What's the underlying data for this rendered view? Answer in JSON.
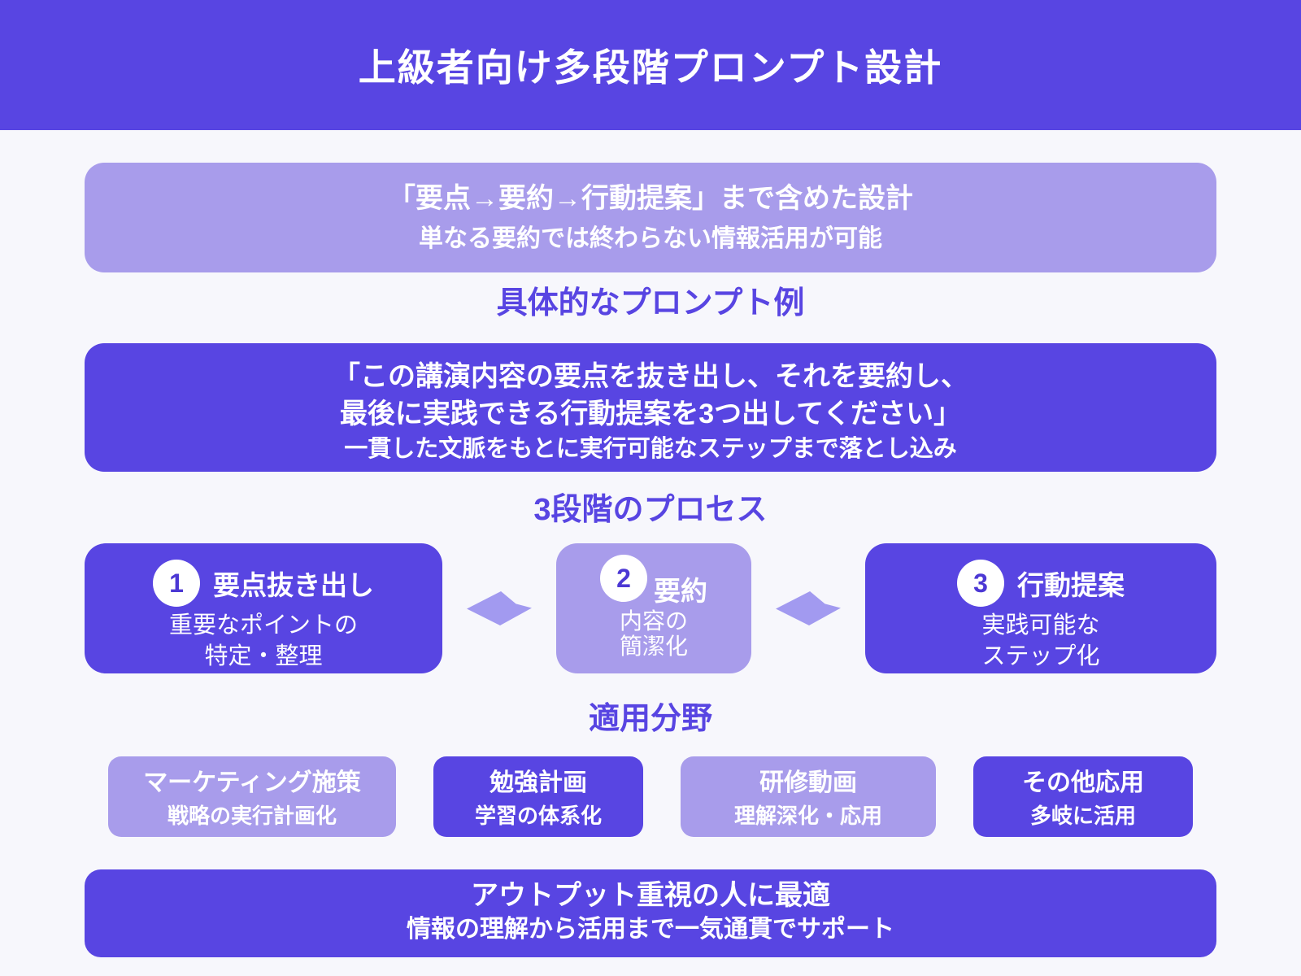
{
  "header": {
    "title": "上級者向け多段階プロンプト設計"
  },
  "summary": {
    "title": "「要点→要約→行動提案」まで含めた設計",
    "subtitle": "単なる要約では終わらない情報活用が可能"
  },
  "prompt_example": {
    "heading": "具体的なプロンプト例",
    "line1": "「この講演内容の要点を抜き出し、それを要約し、",
    "line2": "最後に実践できる行動提案を3つ出してください」",
    "note": "一貫した文脈をもとに実行可能なステップまで落とし込み"
  },
  "process": {
    "heading": "3段階のプロセス",
    "steps": [
      {
        "number": "1",
        "title": "要点抜き出し",
        "desc": "重要なポイントの\n特定・整理",
        "variant": "dark"
      },
      {
        "number": "2",
        "title": "要約",
        "desc": "内容の\n簡潔化",
        "variant": "light"
      },
      {
        "number": "3",
        "title": "行動提案",
        "desc": "実践可能な\nステップ化",
        "variant": "dark"
      }
    ]
  },
  "applications": {
    "heading": "適用分野",
    "items": [
      {
        "title": "マーケティング施策",
        "desc": "戦略の実行計画化",
        "variant": "light"
      },
      {
        "title": "勉強計画",
        "desc": "学習の体系化",
        "variant": "dark"
      },
      {
        "title": "研修動画",
        "desc": "理解深化・応用",
        "variant": "light"
      },
      {
        "title": "その他応用",
        "desc": "多岐に活用",
        "variant": "dark"
      }
    ]
  },
  "footer": {
    "title": "アウトプット重視の人に最適",
    "subtitle": "情報の理解から活用まで一気通貫でサポート"
  },
  "colors": {
    "primary": "#5845e2",
    "light": "#a89ceb",
    "background": "#f7f7fc",
    "arrow": "#a29af0",
    "badge_number": "#4c38d4",
    "text_on_dark": "#ffffff"
  }
}
